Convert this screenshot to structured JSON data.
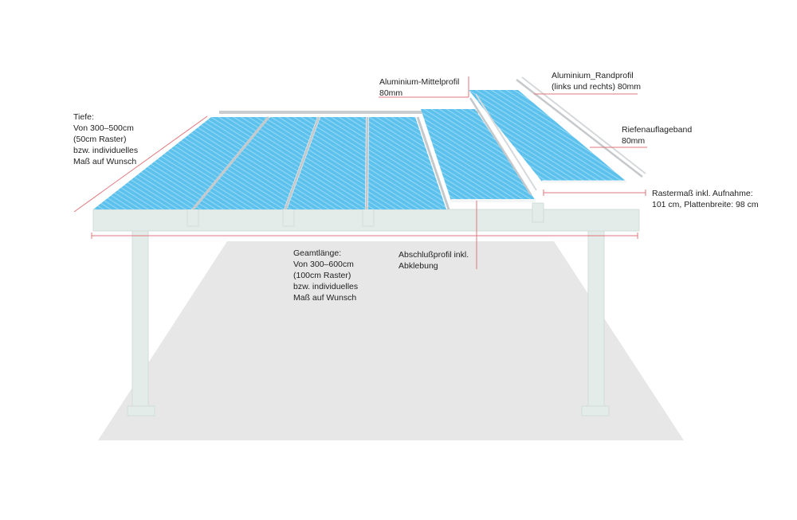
{
  "colors": {
    "panel": "#5cc1ec",
    "panel_stripe": "#8fd6f4",
    "frame": "#e3ece9",
    "frame_edge": "#cfdad6",
    "profile": "#c9cdd0",
    "shadow": "#e7e7e7",
    "dimension_line": "#e2777d",
    "text": "#1f1f1f"
  },
  "labels": {
    "tiefe": [
      "Tiefe:",
      "Von 300–500cm",
      "(50cm Raster)",
      "bzw. individuelles",
      "Maß auf Wunsch"
    ],
    "mittelprofil": [
      "Aluminium-Mittelprofil",
      "80mm"
    ],
    "randprofil": [
      "Aluminium_Randprofil",
      "(links und rechts) 80mm"
    ],
    "riefenauflageband": [
      "Riefenauflageband",
      "80mm"
    ],
    "rastermass": [
      "Rastermaß inkl. Aufnahme:",
      "101 cm, Plattenbreite: 98 cm"
    ],
    "gesamtlaenge": [
      "Geamtlänge:",
      "Von 300–600cm",
      "(100cm Raster)",
      "bzw. individuelles",
      "Maß auf Wunsch"
    ],
    "abschlussprofil": [
      "Abschlußprofil inkl.",
      "Abklebung"
    ]
  }
}
